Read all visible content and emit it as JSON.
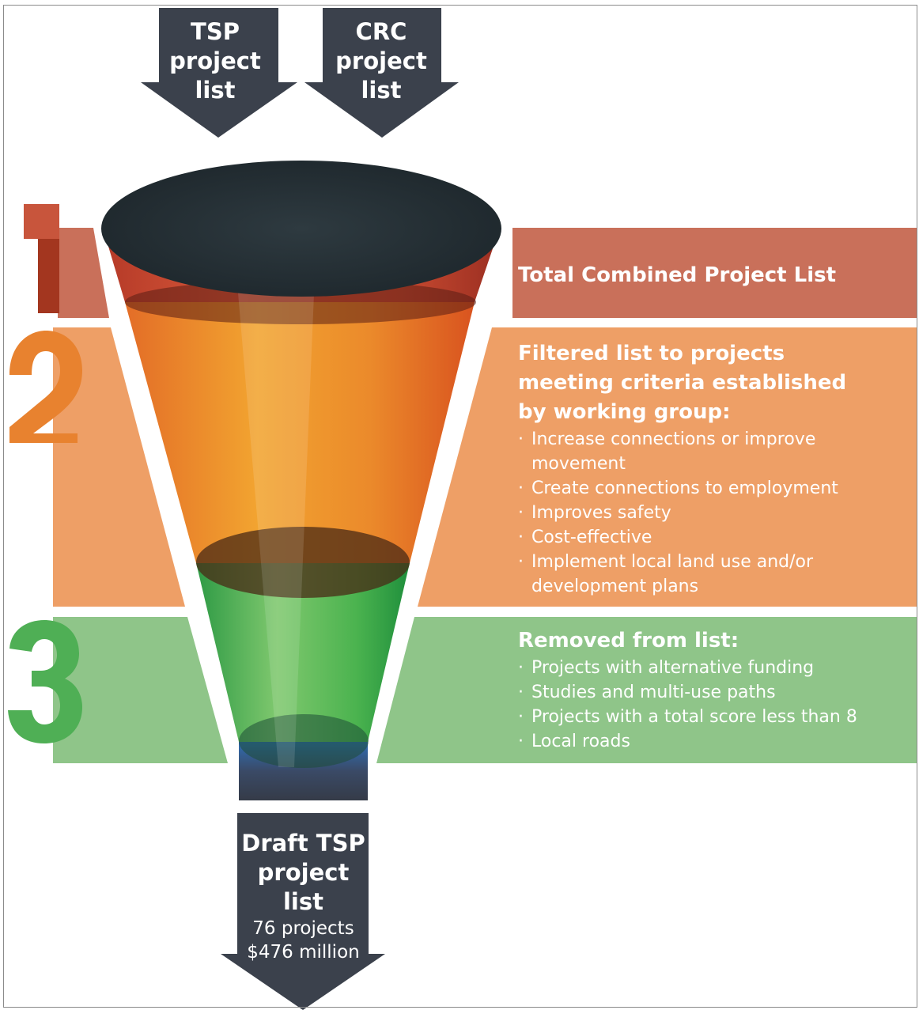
{
  "inputs": [
    {
      "label_lines": [
        "TSP",
        "project",
        "list"
      ]
    },
    {
      "label_lines": [
        "CRC",
        "project",
        "list"
      ]
    }
  ],
  "stages": [
    {
      "number": "1",
      "color": "#c8553c",
      "panel_color": "#c9705a",
      "title_lines": [
        "Total Combined Project List"
      ],
      "bullets": []
    },
    {
      "number": "2",
      "color": "#e8822f",
      "panel_color": "#ee9f66",
      "title_lines": [
        "Filtered list to projects",
        "meeting criteria established",
        "by working group:"
      ],
      "bullets": [
        "Increase connections or improve movement",
        "Create connections to employment",
        "Improves safety",
        "Cost-effective",
        "Implement local land use and/or development plans"
      ]
    },
    {
      "number": "3",
      "color": "#4faf55",
      "panel_color": "#8fc589",
      "title_lines": [
        "Removed from list:"
      ],
      "bullets": [
        "Projects with alternative funding",
        "Studies and multi-use paths",
        "Projects with a total score less than 8",
        "Local roads"
      ]
    }
  ],
  "output": {
    "label_lines": [
      "Draft TSP",
      "project",
      "list"
    ],
    "detail_lines": [
      "76 projects",
      "$476 million"
    ]
  },
  "colors": {
    "arrow": "#3b414c",
    "funnel_top": "#263036",
    "spout": "#3a4150"
  }
}
